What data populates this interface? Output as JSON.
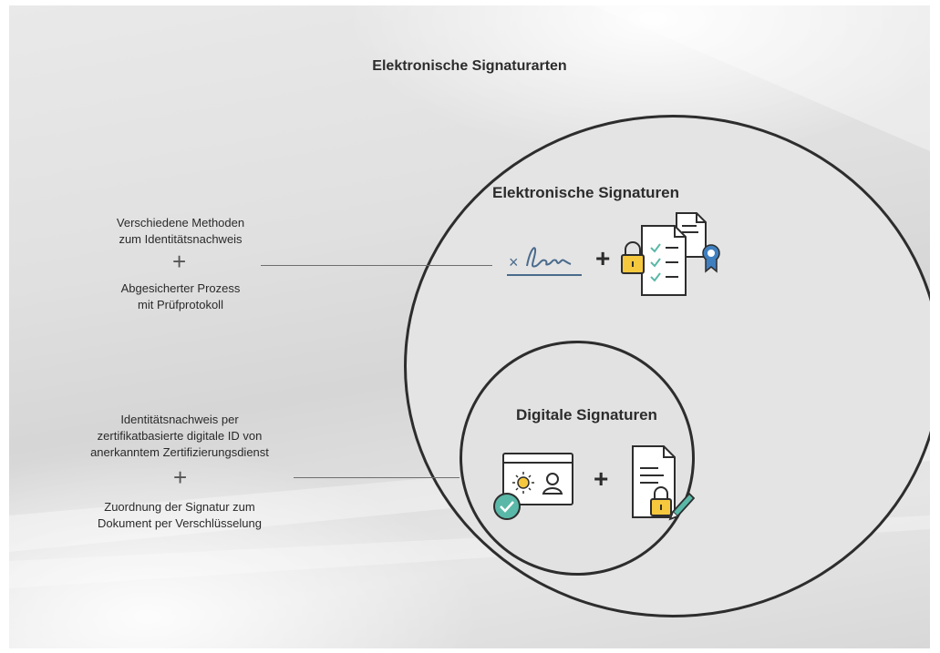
{
  "title": "Elektronische Signaturarten",
  "outer": {
    "heading": "Elektronische Signaturen",
    "left_text": {
      "line1a": "Verschiedene Methoden",
      "line1b": "zum Identitätsnachweis",
      "plus": "+",
      "line2a": "Abgesicherter Prozess",
      "line2b": "mit Prüfprotokoll"
    },
    "icons": {
      "signature": "handwritten-signature-icon",
      "signature_mark": "× len",
      "plus": "+",
      "documents": "locked-checklist-documents-icon"
    }
  },
  "inner": {
    "heading": "Digitale Signaturen",
    "left_text": {
      "line1a": "Identitätsnachweis per",
      "line1b": "zertifikatbasierte digitale ID von",
      "line1c": "anerkanntem Zertifizierungsdienst",
      "plus": "+",
      "line2a": "Zuordnung der Signatur zum",
      "line2b": "Dokument per Verschlüsselung"
    },
    "icons": {
      "id_card": "digital-id-card-icon",
      "plus": "+",
      "document": "locked-signed-document-icon"
    }
  },
  "colors": {
    "lock": "#f6c83e",
    "check": "#5ab8a8",
    "badge": "#3f7fbf",
    "stroke": "#2d2d2d"
  }
}
